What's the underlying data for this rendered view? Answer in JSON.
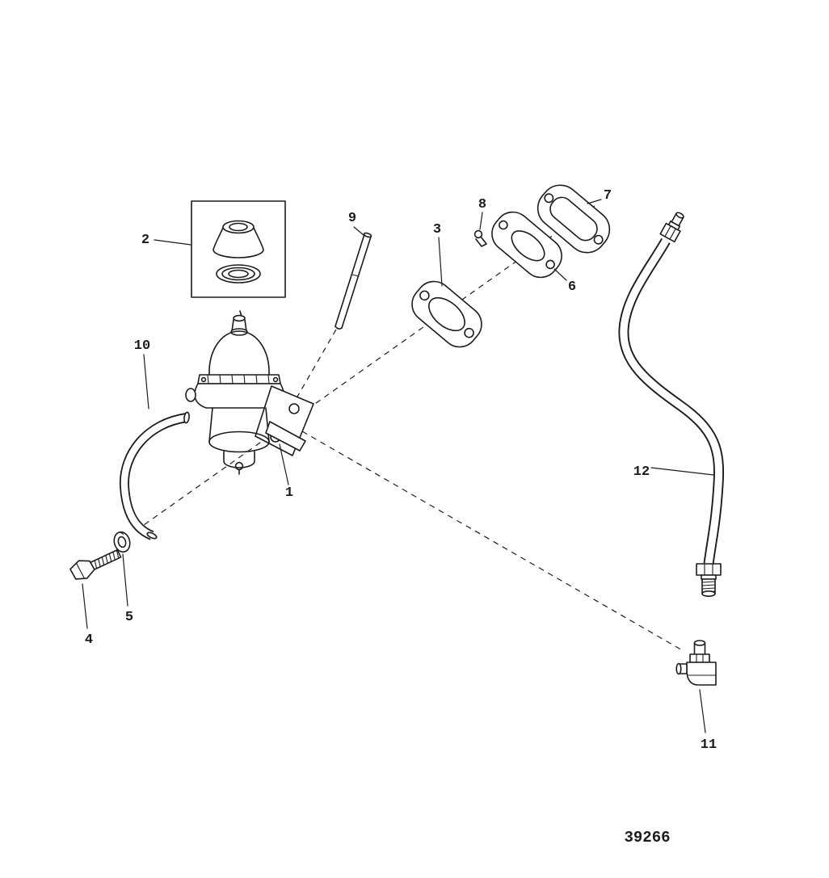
{
  "colors": {
    "ink": "#1c1c1c",
    "bg": "#ffffff"
  },
  "figure": {
    "number": "39266"
  },
  "callouts": [
    {
      "label": "1"
    },
    {
      "label": "2"
    },
    {
      "label": "3"
    },
    {
      "label": "4"
    },
    {
      "label": "5"
    },
    {
      "label": "6"
    },
    {
      "label": "7"
    },
    {
      "label": "8"
    },
    {
      "label": "9"
    },
    {
      "label": "10"
    },
    {
      "label": "11"
    },
    {
      "label": "12"
    }
  ]
}
